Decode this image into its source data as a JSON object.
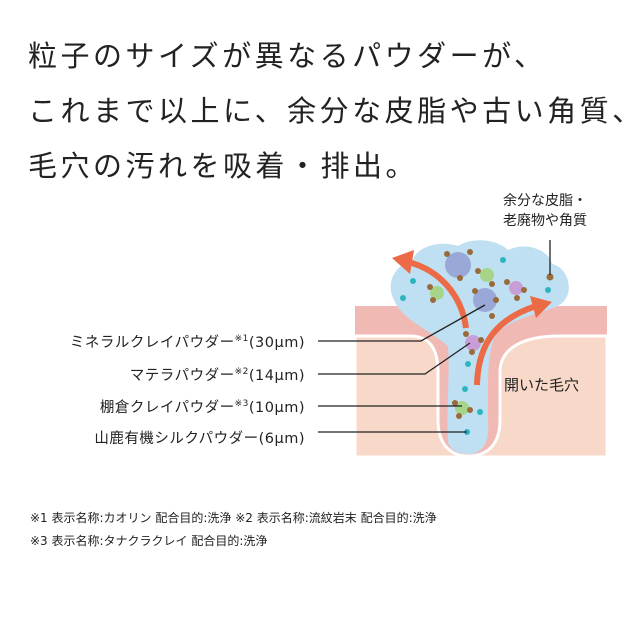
{
  "headline": {
    "lines": [
      "粒子のサイズが異なるパウダーが、",
      "これまで以上に、余分な皮脂や古い角質、",
      "毛穴の汚れを吸着・排出。"
    ]
  },
  "diagram": {
    "dirt_label_lines": [
      "余分な皮脂・",
      "老廃物や角質"
    ],
    "pore_label": "開いた毛穴",
    "powders": [
      {
        "name": "ミネラルクレイパウダー",
        "note": "※1",
        "size": "(30μm)"
      },
      {
        "name": "マテラパウダー",
        "note": "※2",
        "size": "(14μm)"
      },
      {
        "name": "棚倉クレイパウダー",
        "note": "※3",
        "size": "(10μm)"
      },
      {
        "name": "山鹿有機シルクパウダー",
        "note": "",
        "size": "(6μm)"
      }
    ],
    "colors": {
      "foam": "#bfe0f2",
      "skin_top": "#f1b9b4",
      "skin_inner": "#f8d8c8",
      "arrow": "#ec6a45",
      "large_particle": "#9aa8d8",
      "medium_particle": "#c79fd6",
      "small_particle": "#a6d58a",
      "tiny_particle": "#2bb5be",
      "dirt": "#9a6a3a"
    }
  },
  "footnotes": [
    "※1 表示名称:カオリン 配合目的:洗浄 ※2 表示名称:流紋岩末 配合目的:洗浄",
    "※3 表示名称:タナクラクレイ 配合目的:洗浄"
  ]
}
